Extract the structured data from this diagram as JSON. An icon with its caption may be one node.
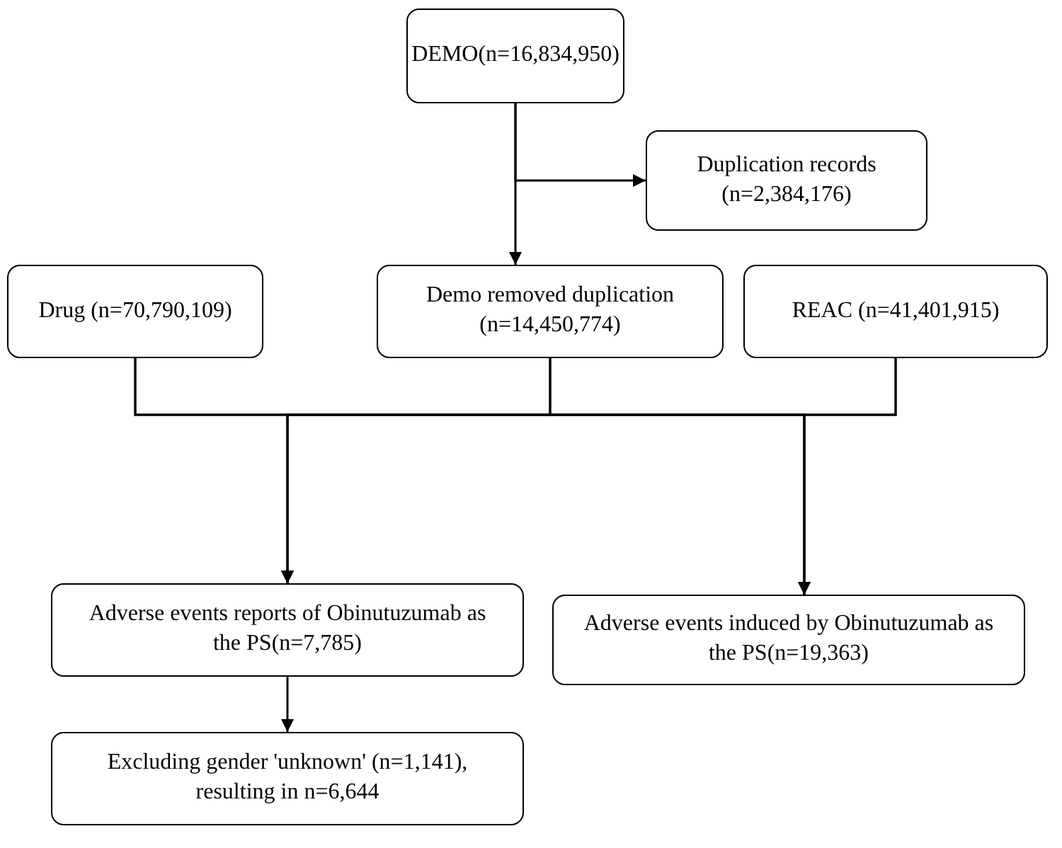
{
  "diagram": {
    "nodes": [
      {
        "text": [
          "DEMO(n=16,834,950)"
        ]
      },
      {
        "text": [
          "Duplication records (n=2,384,176)"
        ]
      },
      {
        "text": [
          "Drug (n=70,790,109)"
        ]
      },
      {
        "text": [
          "Demo removed duplication (n=14,450,774)"
        ]
      },
      {
        "text": [
          "REAC (n=41,401,915)"
        ]
      },
      {
        "text": [
          "Adverse events reports of Obinutuzumab as the PS(n=7,785)"
        ]
      },
      {
        "text": [
          "Adverse events induced by Obinutuzumab as the PS(n=19,363)"
        ]
      },
      {
        "text": [
          "Excluding gender 'unknown' (n=1,141), resulting in n=6,644"
        ]
      }
    ],
    "edges": [
      {
        "from": 0,
        "to": 3,
        "arrow": "to"
      },
      {
        "from": 0,
        "to": 1,
        "arrow": "to"
      },
      {
        "from": 2,
        "to": 5,
        "arrow": "to"
      },
      {
        "from": 3,
        "to": 5,
        "arrow": "to"
      },
      {
        "from": 4,
        "to": 5,
        "arrow": "to"
      },
      {
        "from": 2,
        "to": 6,
        "arrow": "to"
      },
      {
        "from": 3,
        "to": 6,
        "arrow": "to"
      },
      {
        "from": 4,
        "to": 6,
        "arrow": "to"
      },
      {
        "from": 5,
        "to": 7,
        "arrow": "to"
      }
    ]
  }
}
